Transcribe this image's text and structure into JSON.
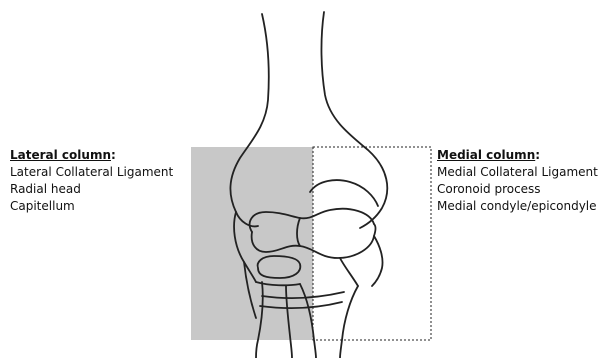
{
  "lateral": {
    "heading": "Lateral column",
    "heading_suffix": ":",
    "items": [
      "Lateral Collateral Ligament",
      "Radial head",
      "Capitellum"
    ]
  },
  "medial": {
    "heading": "Medial column",
    "heading_suffix": ":",
    "items": [
      "Medial Collateral Ligament",
      "Coronoid process",
      "Medial condyle/epicondyle"
    ]
  },
  "colors": {
    "lateral_fill": "#c8c8c8",
    "outline": "#222222"
  }
}
